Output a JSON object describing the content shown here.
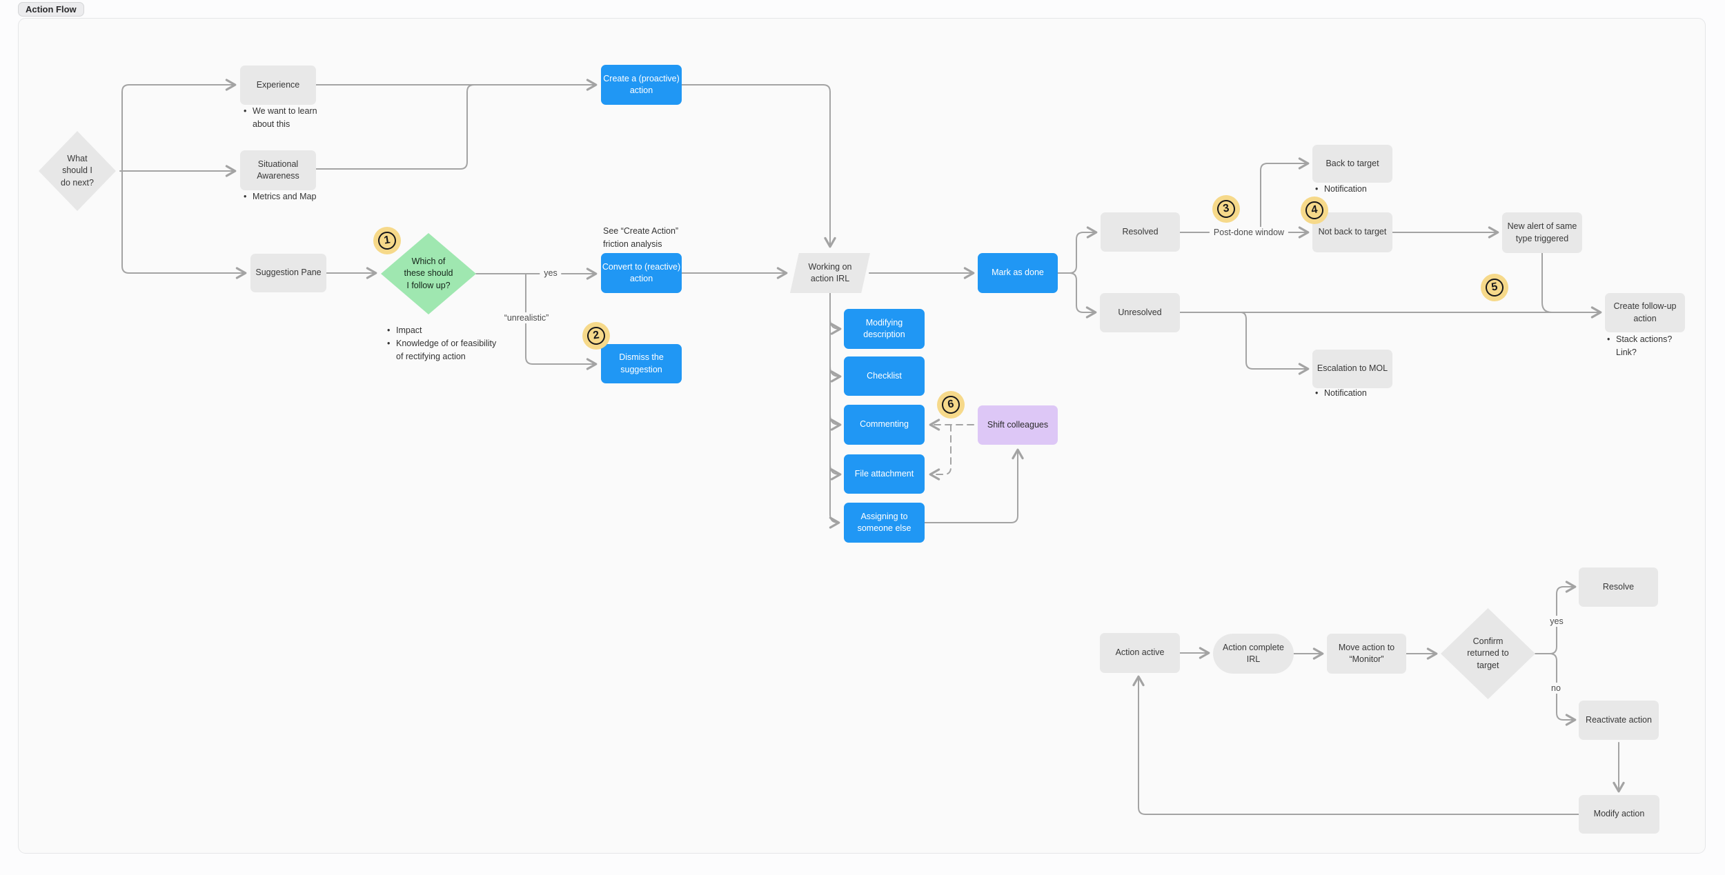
{
  "badge": {
    "label": "Action Flow"
  },
  "colors": {
    "node_blue": "#2097f4",
    "node_green": "#9fe7b0",
    "node_purple": "#ddc7f6",
    "node_gray": "#e8e8e8",
    "sticker_yellow": "#f6d98a",
    "connector_gray": "#a3a3a3",
    "canvas_bg": "#fafafa"
  },
  "nodes": {
    "what_next": {
      "label": "What\nshould I\ndo next?"
    },
    "experience": {
      "label": "Experience"
    },
    "situational": {
      "label": "Situational\nAwareness"
    },
    "suggestion": {
      "label": "Suggestion Pane"
    },
    "which": {
      "label": "Which of\nthese should\nI follow up?"
    },
    "create_proactive": {
      "label": "Create a (proactive)\naction"
    },
    "convert_reactive": {
      "label": "Convert to (reactive)\naction"
    },
    "dismiss": {
      "label": "Dismiss the\nsuggestion"
    },
    "working_irl": {
      "label": "Working on\naction IRL"
    },
    "mark_done": {
      "label": "Mark as done"
    },
    "modifying": {
      "label": "Modifying\ndescription"
    },
    "checklist": {
      "label": "Checklist"
    },
    "commenting": {
      "label": "Commenting"
    },
    "file_attachment": {
      "label": "File attachment"
    },
    "assigning": {
      "label": "Assigning to\nsomeone else"
    },
    "shift_colleagues": {
      "label": "Shift colleagues"
    },
    "resolved": {
      "label": "Resolved"
    },
    "unresolved": {
      "label": "Unresolved"
    },
    "back_to_target": {
      "label": "Back to target"
    },
    "not_back": {
      "label": "Not back to target"
    },
    "new_alert": {
      "label": "New alert of same\ntype triggered"
    },
    "create_followup": {
      "label": "Create follow-up\naction"
    },
    "escalation": {
      "label": "Escalation to MOL"
    },
    "action_active": {
      "label": "Action active"
    },
    "action_complete": {
      "label": "Action complete\nIRL"
    },
    "move_monitor": {
      "label": "Move action to\n“Monitor”"
    },
    "confirm": {
      "label": "Confirm\nreturned to\ntarget"
    },
    "resolve": {
      "label": "Resolve"
    },
    "reactivate": {
      "label": "Reactivate action"
    },
    "modify": {
      "label": "Modify action"
    }
  },
  "notes": {
    "experience": {
      "items": [
        "We want to learn about this"
      ]
    },
    "situational": {
      "items": [
        "Metrics and Map"
      ]
    },
    "which": {
      "items": [
        "Impact",
        "Knowledge of or feasibility of rectifying action"
      ]
    },
    "see_create": {
      "text": "See “Create Action”\nfriction analysis"
    },
    "back_to_target": {
      "items": [
        "Notification"
      ]
    },
    "escalation": {
      "items": [
        "Notification"
      ]
    },
    "create_followup": {
      "items": [
        "Stack actions? Link?"
      ]
    }
  },
  "edge_labels": {
    "yes_followup": "yes",
    "unrealistic": "“unrealistic”",
    "post_done": "Post-done window",
    "yes_confirm": "yes",
    "no_confirm": "no"
  },
  "annotations": {
    "n1": "1",
    "n2": "2",
    "n3": "3",
    "n4": "4",
    "n5": "5",
    "n6": "6"
  }
}
